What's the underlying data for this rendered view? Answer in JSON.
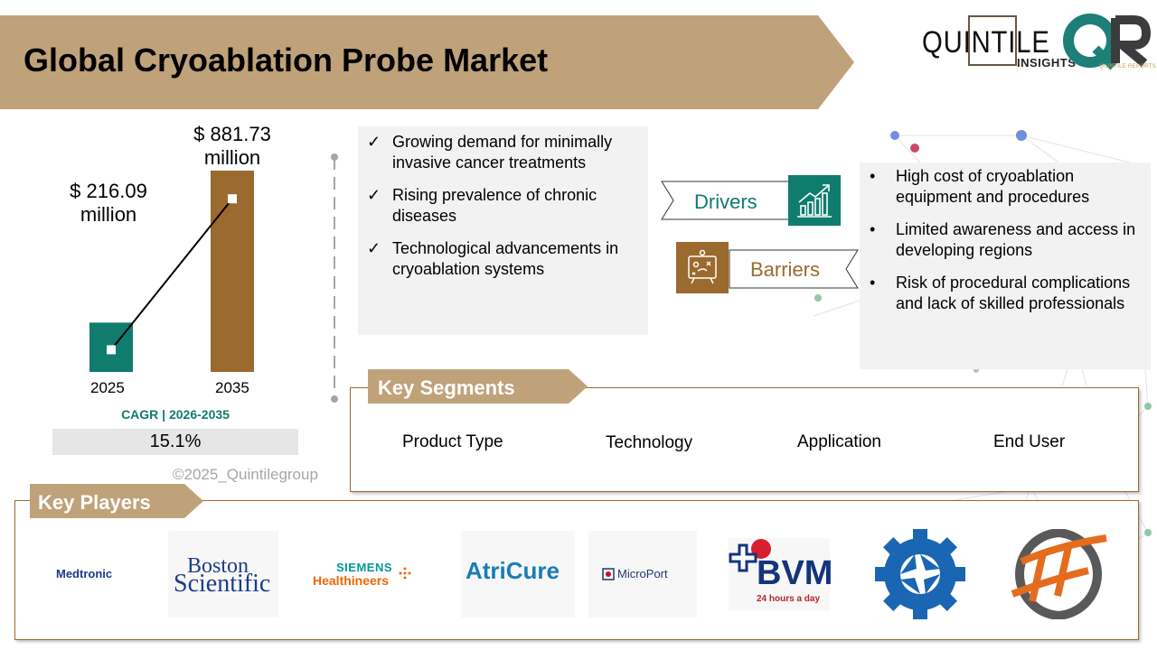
{
  "title": "Global Cryoablation Probe Market",
  "brand": {
    "name": "QUINTILE",
    "insights": "INSIGHTS",
    "qr": "QR",
    "reports": "QUINTILE REPORTS",
    "colors": {
      "gold": "#bfa27a",
      "teal": "#0f7c6e",
      "brown": "#9b6a2e"
    }
  },
  "chart_data": {
    "type": "bar",
    "categories": [
      "2025",
      "2035"
    ],
    "values": [
      216.09,
      881.73
    ],
    "value_labels": [
      "$ 216.09 million",
      "$ 881.73 million"
    ],
    "value_labels_line1": [
      "$ 216.09",
      "$ 881.73"
    ],
    "value_labels_line2": [
      "million",
      "million"
    ],
    "colors": [
      "#0f7c6e",
      "#9b6a2e"
    ],
    "cagr_label": "CAGR | 2026-2035",
    "cagr_value": "15.1%"
  },
  "copyright": "©2025_Quintilegroup",
  "drivers": {
    "label": "Drivers",
    "items": [
      "Growing demand for minimally invasive cancer treatments",
      "Rising prevalence of chronic diseases",
      "Technological advancements in cryoablation systems"
    ]
  },
  "barriers": {
    "label": "Barriers",
    "items": [
      "High cost of cryoablation equipment and procedures",
      "Limited awareness and access in developing regions",
      "Risk of procedural complications and lack of skilled professionals"
    ]
  },
  "segments": {
    "title": "Key Segments",
    "items": [
      "Product Type",
      "Technology",
      "Application",
      "End User"
    ]
  },
  "players": {
    "title": "Key Players",
    "logos": {
      "medtronic": "Medtronic",
      "boston_1": "Boston",
      "boston_2": "Scientific",
      "siemens_1": "SIEMENS",
      "siemens_2": "Healthineers",
      "atricure": "AtriCure",
      "microport": "MicroPort",
      "bvm": "BVM",
      "bvm_sub": "24 hours a day"
    }
  },
  "icons": {
    "drivers": "growth-chart-icon",
    "barriers": "obstacle-board-icon",
    "check": "checkmark-icon",
    "bullet": "bullet-dot-icon"
  }
}
